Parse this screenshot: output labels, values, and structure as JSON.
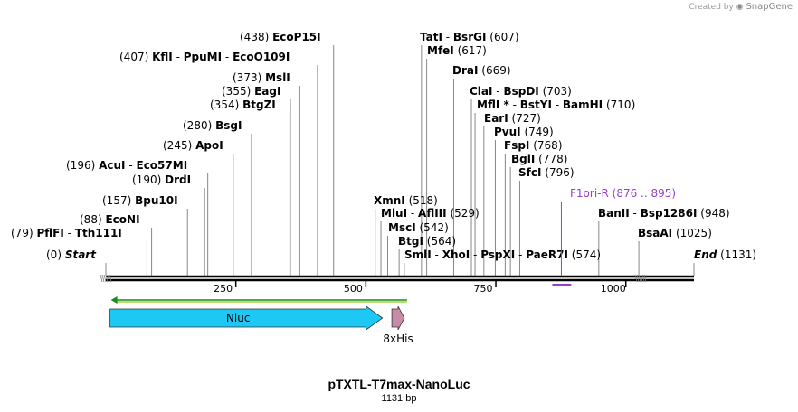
{
  "credit": {
    "prefix": "Created by",
    "brand": "SnapGene"
  },
  "plasmid": {
    "name": "pTXTL-T7max-NanoLuc",
    "size_label": "1131 bp",
    "length": 1131
  },
  "ruler": {
    "ticks": [
      250,
      500,
      750,
      1000
    ]
  },
  "features": [
    {
      "name": "Nluc",
      "start": 8,
      "end": 532,
      "direction": "forward",
      "color": "#1ec8f5"
    },
    {
      "name": "8xHis",
      "start": 550,
      "end": 574,
      "direction": "forward",
      "color": "#c98aa8"
    }
  ],
  "primer": {
    "name": "F1ori-R",
    "range": "(876 .. 895)",
    "start": 876,
    "end": 895,
    "color": "#9b3fc8"
  },
  "enzymes": [
    {
      "line": "(0)",
      "names": [
        "Start"
      ],
      "pos": 0,
      "italic": true
    },
    {
      "line": "(79)",
      "names": [
        "PflFI",
        "Tth111I"
      ],
      "pos": 79
    },
    {
      "line": "(88)",
      "names": [
        "EcoNI"
      ],
      "pos": 88
    },
    {
      "line": "(157)",
      "names": [
        "Bpu10I"
      ],
      "pos": 157
    },
    {
      "line": "(190)",
      "names": [
        "DrdI"
      ],
      "pos": 190
    },
    {
      "line": "(196)",
      "names": [
        "AcuI",
        "Eco57MI"
      ],
      "pos": 196
    },
    {
      "line": "(245)",
      "names": [
        "ApoI"
      ],
      "pos": 245
    },
    {
      "line": "(280)",
      "names": [
        "BsgI"
      ],
      "pos": 280
    },
    {
      "line": "(354)",
      "names": [
        "BtgZI"
      ],
      "pos": 354
    },
    {
      "line": "(355)",
      "names": [
        "EagI"
      ],
      "pos": 355
    },
    {
      "line": "(373)",
      "names": [
        "MslI"
      ],
      "pos": 373
    },
    {
      "line": "(407)",
      "names": [
        "KflI",
        "PpuMI",
        "EcoO109I"
      ],
      "pos": 407
    },
    {
      "line": "(438)",
      "names": [
        "EcoP15I"
      ],
      "pos": 438
    },
    {
      "line": "(607)",
      "names": [
        "TatI",
        "BsrGI"
      ],
      "pos": 607
    },
    {
      "line": "(617)",
      "names": [
        "MfeI"
      ],
      "pos": 617
    },
    {
      "line": "(669)",
      "names": [
        "DraI"
      ],
      "pos": 669
    },
    {
      "line": "(703)",
      "names": [
        "ClaI",
        "BspDI"
      ],
      "pos": 703
    },
    {
      "line": "(710)",
      "names": [
        "MflI *",
        "BstYI",
        "BamHI"
      ],
      "pos": 710
    },
    {
      "line": "(727)",
      "names": [
        "EarI"
      ],
      "pos": 727
    },
    {
      "line": "(749)",
      "names": [
        "PvuI"
      ],
      "pos": 749
    },
    {
      "line": "(768)",
      "names": [
        "FspI"
      ],
      "pos": 768
    },
    {
      "line": "(778)",
      "names": [
        "BglI"
      ],
      "pos": 778
    },
    {
      "line": "(796)",
      "names": [
        "SfcI"
      ],
      "pos": 796
    },
    {
      "line": "(518)",
      "names": [
        "XmnI"
      ],
      "pos": 518
    },
    {
      "line": "(529)",
      "names": [
        "MluI",
        "AflIII"
      ],
      "pos": 529
    },
    {
      "line": "(542)",
      "names": [
        "MscI"
      ],
      "pos": 542
    },
    {
      "line": "(564)",
      "names": [
        "BtgI"
      ],
      "pos": 564
    },
    {
      "line": "(574)",
      "names": [
        "SmlI",
        "XhoI",
        "PspXI",
        "PaeR7I"
      ],
      "pos": 574
    },
    {
      "line": "(948)",
      "names": [
        "BanII",
        "Bsp1286I"
      ],
      "pos": 948
    },
    {
      "line": "(1025)",
      "names": [
        "BsaAI"
      ],
      "pos": 1025
    },
    {
      "line": "(1131)",
      "names": [
        "End"
      ],
      "pos": 1131,
      "italic": true
    }
  ]
}
